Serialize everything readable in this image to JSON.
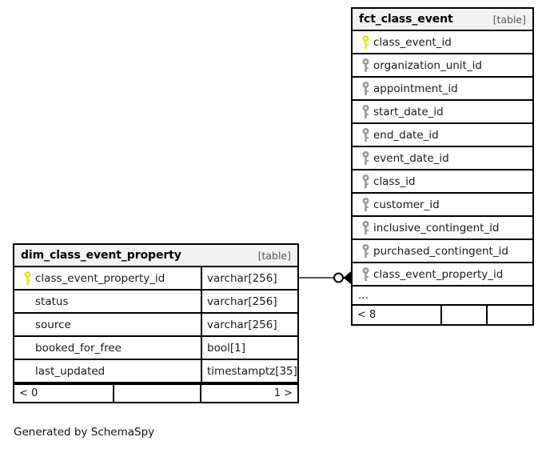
{
  "diagram": {
    "caption": "Generated by SchemaSpy",
    "accent_pk_color": "#e8e80f",
    "accent_fk_color": "#9a9a9a",
    "border_color": "#000000",
    "header_bg": "#f2f2f2"
  },
  "tables": [
    {
      "id": "fct_class_event",
      "title": "fct_class_event",
      "kind": "[table]",
      "columns": [
        {
          "name": "class_event_id",
          "key": "primary"
        },
        {
          "name": "organization_unit_id",
          "key": "foreign"
        },
        {
          "name": "appointment_id",
          "key": "foreign"
        },
        {
          "name": "start_date_id",
          "key": "foreign"
        },
        {
          "name": "end_date_id",
          "key": "foreign"
        },
        {
          "name": "event_date_id",
          "key": "foreign"
        },
        {
          "name": "class_id",
          "key": "foreign"
        },
        {
          "name": "customer_id",
          "key": "foreign"
        },
        {
          "name": "inclusive_contingent_id",
          "key": "foreign"
        },
        {
          "name": "purchased_contingent_id",
          "key": "foreign"
        },
        {
          "name": "class_event_property_id",
          "key": "foreign"
        }
      ],
      "more_indicator": "...",
      "footer": {
        "left": "< 8",
        "middle": "",
        "right": ""
      }
    },
    {
      "id": "dim_class_event_property",
      "title": "dim_class_event_property",
      "kind": "[table]",
      "columns": [
        {
          "name": "class_event_property_id",
          "type": "varchar[256]",
          "key": "primary"
        },
        {
          "name": "status",
          "type": "varchar[256]",
          "key": "none"
        },
        {
          "name": "source",
          "type": "varchar[256]",
          "key": "none"
        },
        {
          "name": "booked_for_free",
          "type": "bool[1]",
          "key": "none"
        },
        {
          "name": "last_updated",
          "type": "timestamptz[35]",
          "key": "none"
        }
      ],
      "footer": {
        "left": "< 0",
        "middle": "",
        "right": "1 >"
      }
    }
  ],
  "relationship": {
    "from_table": "dim_class_event_property",
    "from_column": "class_event_property_id",
    "to_table": "fct_class_event",
    "to_column": "class_event_property_id",
    "source_notation": "one",
    "target_notation": "zero-or-many"
  }
}
